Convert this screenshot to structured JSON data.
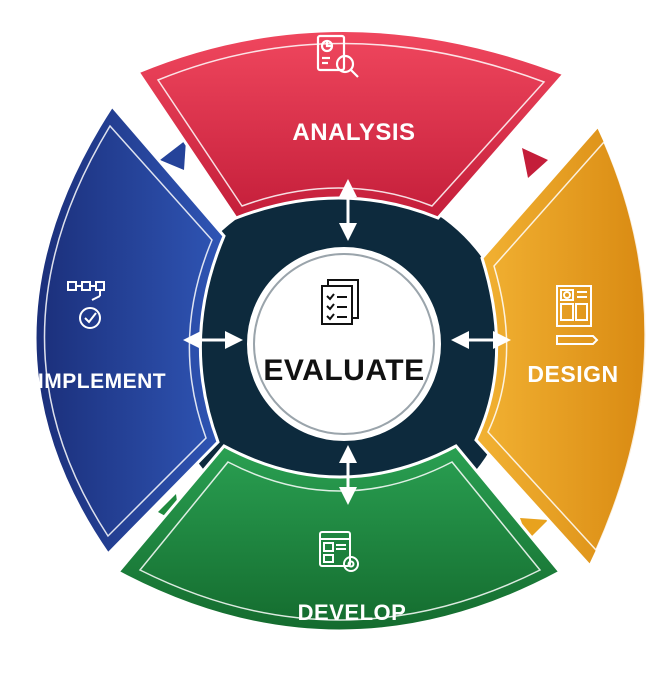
{
  "center": {
    "label": "EVALUATE",
    "icon": "checklist-document-icon"
  },
  "segments": [
    {
      "id": "analysis",
      "label": "ANALYSIS",
      "icon": "report-magnifier-icon",
      "color": "#d9324a"
    },
    {
      "id": "design",
      "label": "DESIGN",
      "icon": "layout-pencil-icon",
      "color": "#e8a21e"
    },
    {
      "id": "develop",
      "label": "DEVELOP",
      "icon": "code-gear-icon",
      "color": "#1f8a3e"
    },
    {
      "id": "implement",
      "label": "IMPLEMENT",
      "icon": "flow-check-icon",
      "color": "#25439a"
    }
  ],
  "colors": {
    "hub": "#0d2a3d",
    "center_fill": "#ffffff",
    "arrow": "#ffffff"
  }
}
